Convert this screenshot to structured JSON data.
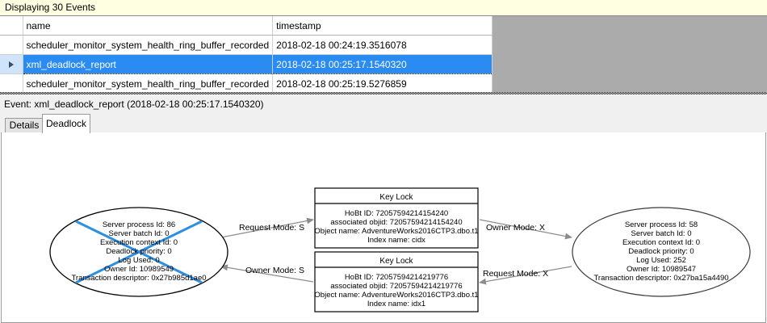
{
  "grid": {
    "caption": "Displaying 30 Events",
    "columns": [
      "",
      "name",
      "timestamp"
    ],
    "rows": [
      {
        "selected": false,
        "name": "scheduler_monitor_system_health_ring_buffer_recorded",
        "timestamp": "2018-02-18 00:24:19.3516078"
      },
      {
        "selected": true,
        "name": "xml_deadlock_report",
        "timestamp": "2018-02-18 00:25:17.1540320"
      },
      {
        "selected": false,
        "name": "scheduler_monitor_system_health_ring_buffer_recorded",
        "timestamp": "2018-02-18 00:25:19.5276859"
      }
    ],
    "selection_indicator": "row-arrow-icon",
    "selection_color": "#2a8bf2",
    "caption_bg": "#ffffe1",
    "empty_area_color": "#ababab"
  },
  "event_header": {
    "text": "Event: xml_deadlock_report (2018-02-18 00:25:17.1540320)"
  },
  "tabs": [
    {
      "label": "Details",
      "active": false
    },
    {
      "label": "Deadlock",
      "active": true
    }
  ],
  "graph": {
    "victim_cross_color": "#2e8fe0",
    "process_left": {
      "lines": [
        "Server process Id: 86",
        "Server batch Id: 0",
        "Execution context Id: 0",
        "Deadlock priority: 0",
        "Log Used: 0",
        "Owner Id: 10989549",
        "Transaction descriptor: 0x27b985d1ae0"
      ],
      "is_victim": true
    },
    "process_right": {
      "lines": [
        "Server process Id: 58",
        "Server batch Id: 0",
        "Execution context Id: 0",
        "Deadlock priority: 0",
        "Log Used: 252",
        "Owner Id: 10989547",
        "Transaction descriptor: 0x27ba15a4490"
      ],
      "is_victim": false
    },
    "resource_top": {
      "title": "Key Lock",
      "lines": [
        "HoBt ID: 72057594214154240",
        "associated objid: 72057594214154240",
        "Object name: AdventureWorks2016CTP3.dbo.t1",
        "Index name: cidx"
      ]
    },
    "resource_bottom": {
      "title": "Key Lock",
      "lines": [
        "HoBt ID: 72057594214219776",
        "associated objid: 72057594214219776",
        "Object name: AdventureWorks2016CTP3.dbo.t1",
        "Index name: idx1"
      ]
    },
    "edges": [
      {
        "id": "left-request-top",
        "label": "Request Mode: S"
      },
      {
        "id": "top-owner-right",
        "label": "Owner Mode: X"
      },
      {
        "id": "bottom-owner-left",
        "label": "Owner Mode: S"
      },
      {
        "id": "right-request-bottom",
        "label": "Request Mode: X"
      }
    ]
  }
}
